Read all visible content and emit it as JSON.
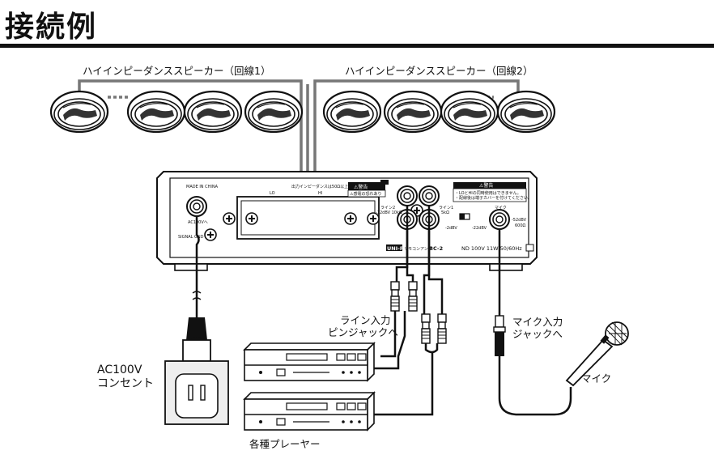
{
  "title": "接続例",
  "labels": {
    "speakers_line1": "ハイインピーダンススピーカー（回線1）",
    "speakers_line2": "ハイインピーダンススピーカー（回線2）",
    "line_in": [
      "ライン入力",
      "ピンジャックへ"
    ],
    "mic_in": [
      "マイク入力",
      "ジャックへ"
    ],
    "ac": [
      "AC100V",
      "コンセント"
    ],
    "players": "各種プレーヤー",
    "mic": "マイク"
  },
  "panel": {
    "made_in": "MADE IN CHINA",
    "speaker_note": "出力インピーダンスは50Ω以上",
    "lo": "LO",
    "hi": "HI",
    "warning_title": "⚠警告",
    "warning_small": "⚠感電の恐れあり",
    "warning_right_title": "⚠警告",
    "warning_right_line1": "・LOとHIの同時使用はできません。",
    "warning_right_line2": "・配線後は端子カバーを付けてください。",
    "line2": "ライン2",
    "line2_spec": "-12dBV 10kΩ",
    "line1": "ライン1",
    "line1_spec": "5kΩ",
    "sw_left": "-2dBV",
    "sw_right": "-22dBV",
    "mic": "マイク",
    "mic_spec1": "-52dBV",
    "mic_spec2": "600Ω",
    "ac_label": "AC100Vへ",
    "signal_gnd": "SIGNAL GND",
    "brand": "UNI-PEX",
    "remote": "リモコンアンプ",
    "model": "BC-2",
    "rating": "ND  100V 11W 50/60Hz"
  }
}
